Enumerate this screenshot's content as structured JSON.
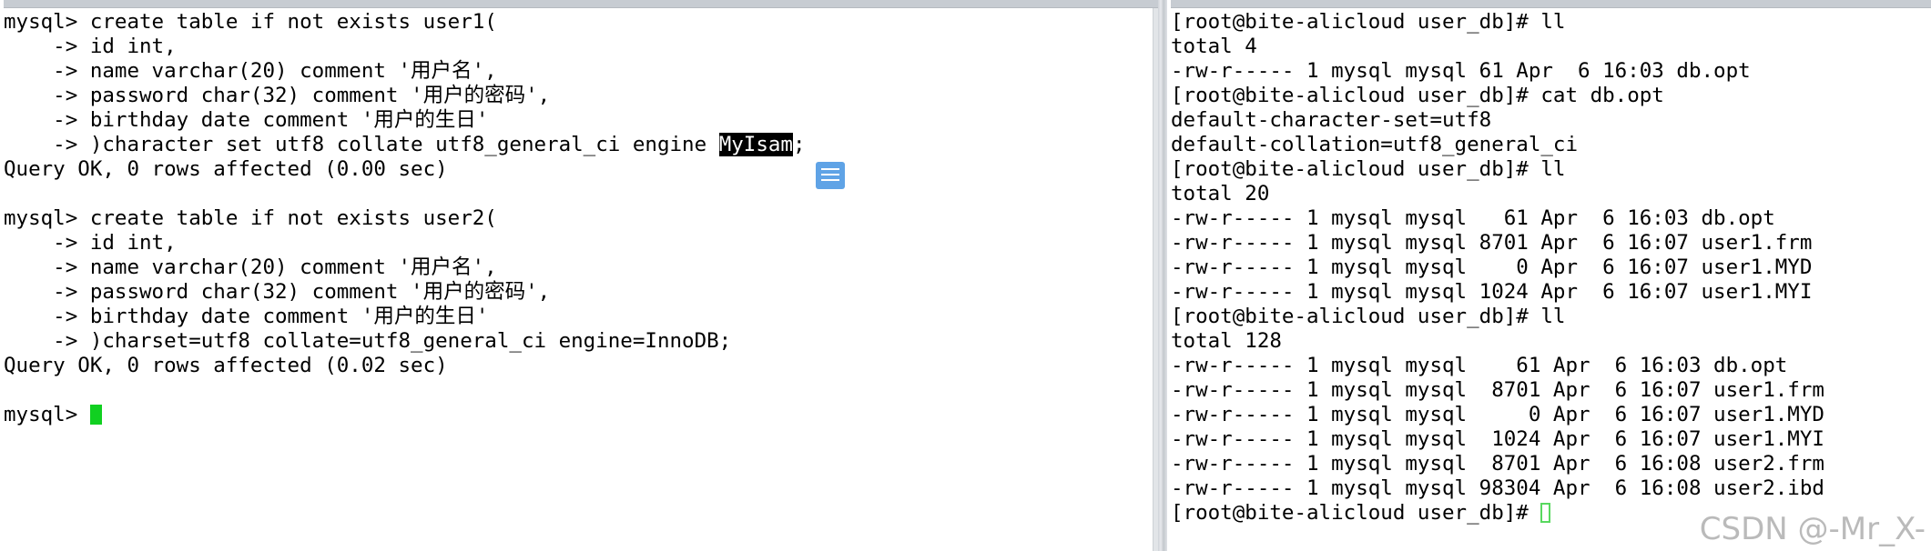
{
  "left_terminal": {
    "lines": [
      "mysql> create table if not exists user1(",
      "    -> id int,",
      "    -> name varchar(20) comment '用户名',",
      "    -> password char(32) comment '用户的密码',",
      "    -> birthday date comment '用户的生日'",
      "    -> )character set utf8 collate utf8_general_ci engine ",
      "Query OK, 0 rows affected (0.00 sec)",
      "",
      "mysql> create table if not exists user2(",
      "    -> id int,",
      "    -> name varchar(20) comment '用户名',",
      "    -> password char(32) comment '用户的密码',",
      "    -> birthday date comment '用户的生日'",
      "    -> )charset=utf8 collate=utf8_general_ci engine=InnoDB;",
      "Query OK, 0 rows affected (0.02 sec)",
      "",
      "mysql> "
    ],
    "selected_text": "MyIsam",
    "after_selection": ";"
  },
  "right_terminal": {
    "lines": [
      "[root@bite-alicloud user_db]# ll",
      "total 4",
      "-rw-r----- 1 mysql mysql 61 Apr  6 16:03 db.opt",
      "[root@bite-alicloud user_db]# cat db.opt",
      "default-character-set=utf8",
      "default-collation=utf8_general_ci",
      "[root@bite-alicloud user_db]# ll",
      "total 20",
      "-rw-r----- 1 mysql mysql   61 Apr  6 16:03 db.opt",
      "-rw-r----- 1 mysql mysql 8701 Apr  6 16:07 user1.frm",
      "-rw-r----- 1 mysql mysql    0 Apr  6 16:07 user1.MYD",
      "-rw-r----- 1 mysql mysql 1024 Apr  6 16:07 user1.MYI",
      "[root@bite-alicloud user_db]# ll",
      "total 128",
      "-rw-r----- 1 mysql mysql    61 Apr  6 16:03 db.opt",
      "-rw-r----- 1 mysql mysql  8701 Apr  6 16:07 user1.frm",
      "-rw-r----- 1 mysql mysql     0 Apr  6 16:07 user1.MYD",
      "-rw-r----- 1 mysql mysql  1024 Apr  6 16:07 user1.MYI",
      "-rw-r----- 1 mysql mysql  8701 Apr  6 16:08 user2.frm",
      "-rw-r----- 1 mysql mysql 98304 Apr  6 16:08 user2.ibd",
      "[root@bite-alicloud user_db]# "
    ]
  },
  "watermark": "CSDN @-Mr_X-",
  "colors": {
    "cursor_left": "#11d021",
    "cursor_right_outline": "#58d85f",
    "selection_bg": "#000000",
    "selection_fg": "#ffffff",
    "note_icon": "#5fa3e6"
  },
  "icons": {
    "note_icon": "note-icon"
  }
}
